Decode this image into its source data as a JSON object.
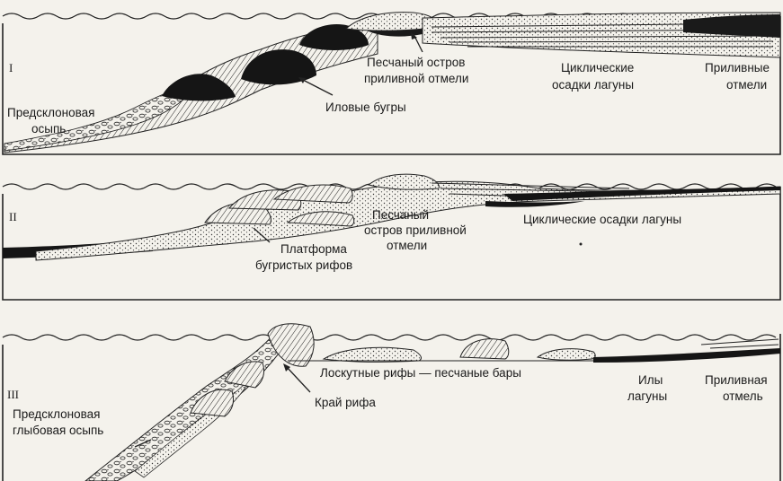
{
  "panels": [
    {
      "numeral": "I",
      "labels": {
        "foreslope": [
          "Предсклоновая",
          "осыпь"
        ],
        "mud_mounds": "Иловые бугры",
        "sand_island": [
          "Песчаный остров",
          "приливной отмели"
        ],
        "lagoon": [
          "Циклические",
          "осадки лагуны"
        ],
        "tidal_flats": [
          "Приливные",
          "отмели"
        ]
      }
    },
    {
      "numeral": "II",
      "labels": {
        "sand_island": [
          "Песчаный",
          "остров приливной",
          "отмели"
        ],
        "lagoon": "Циклические осадки лагуны",
        "platform": [
          "Платформа",
          "бугристых рифов"
        ]
      }
    },
    {
      "numeral": "III",
      "labels": {
        "patch_reefs": "Лоскутные рифы — песчаные бары",
        "lagoon_muds": [
          "Илы",
          "лагуны"
        ],
        "tidal_flat": [
          "Приливная",
          "отмель"
        ],
        "foreslope": [
          "Предсклоновая",
          "глыбовая осыпь"
        ],
        "reef_edge": "Край рифа"
      }
    }
  ]
}
